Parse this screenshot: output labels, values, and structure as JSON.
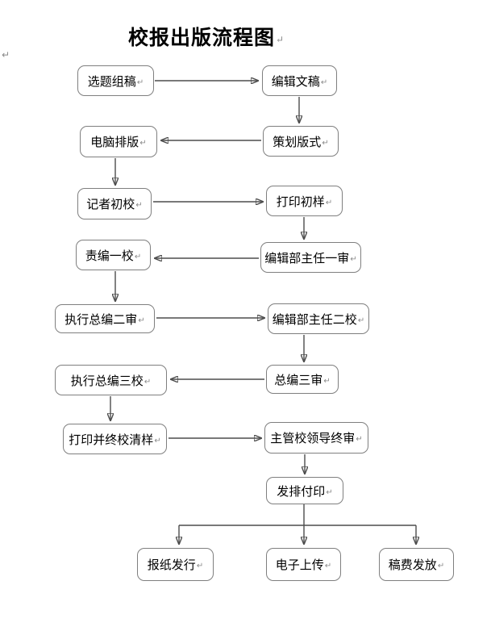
{
  "document": {
    "title": "校报出版流程图",
    "background_color": "#ffffff"
  },
  "marks": {
    "return": "↵"
  },
  "colors": {
    "box_border": "#7f7f7f",
    "box_fill": "#ffffff",
    "text": "#000000",
    "connector_line": "#4d4d4d",
    "arrowhead": "#000000",
    "return_mark": "#8a8a8a"
  },
  "diagram": {
    "type": "flowchart",
    "nodes": [
      {
        "id": "topic-selection",
        "label": "选题组稿"
      },
      {
        "id": "edit-manuscript",
        "label": "编辑文稿"
      },
      {
        "id": "computer-typesetting",
        "label": "电脑排版"
      },
      {
        "id": "layout-planning",
        "label": "策划版式"
      },
      {
        "id": "reporter-first-proofread",
        "label": "记者初校"
      },
      {
        "id": "print-first-proof",
        "label": "打印初样"
      },
      {
        "id": "editor-first-proofread",
        "label": "责编一校"
      },
      {
        "id": "dept-director-first-review",
        "label": "编辑部主任一审"
      },
      {
        "id": "executive-editor-second-review",
        "label": "执行总编二审"
      },
      {
        "id": "dept-director-second-proofread",
        "label": "编辑部主任二校"
      },
      {
        "id": "executive-editor-third-proofread",
        "label": "执行总编三校"
      },
      {
        "id": "chief-editor-third-review",
        "label": "总编三审"
      },
      {
        "id": "print-final-proof",
        "label": "打印并终校清样"
      },
      {
        "id": "school-leader-final-review",
        "label": "主管校领导终审"
      },
      {
        "id": "typeset-and-print",
        "label": "发排付印"
      },
      {
        "id": "newspaper-distribution",
        "label": "报纸发行"
      },
      {
        "id": "electronic-upload",
        "label": "电子上传"
      },
      {
        "id": "fee-payment",
        "label": "稿费发放"
      }
    ],
    "edges": [
      {
        "from": "topic-selection",
        "to": "edit-manuscript"
      },
      {
        "from": "edit-manuscript",
        "to": "layout-planning"
      },
      {
        "from": "layout-planning",
        "to": "computer-typesetting"
      },
      {
        "from": "computer-typesetting",
        "to": "reporter-first-proofread"
      },
      {
        "from": "reporter-first-proofread",
        "to": "print-first-proof"
      },
      {
        "from": "print-first-proof",
        "to": "dept-director-first-review"
      },
      {
        "from": "dept-director-first-review",
        "to": "editor-first-proofread"
      },
      {
        "from": "editor-first-proofread",
        "to": "executive-editor-second-review"
      },
      {
        "from": "executive-editor-second-review",
        "to": "dept-director-second-proofread"
      },
      {
        "from": "dept-director-second-proofread",
        "to": "chief-editor-third-review"
      },
      {
        "from": "chief-editor-third-review",
        "to": "executive-editor-third-proofread"
      },
      {
        "from": "executive-editor-third-proofread",
        "to": "print-final-proof"
      },
      {
        "from": "print-final-proof",
        "to": "school-leader-final-review"
      },
      {
        "from": "school-leader-final-review",
        "to": "typeset-and-print"
      },
      {
        "from": "typeset-and-print",
        "to": "newspaper-distribution"
      },
      {
        "from": "typeset-and-print",
        "to": "electronic-upload"
      },
      {
        "from": "typeset-and-print",
        "to": "fee-payment"
      }
    ]
  }
}
